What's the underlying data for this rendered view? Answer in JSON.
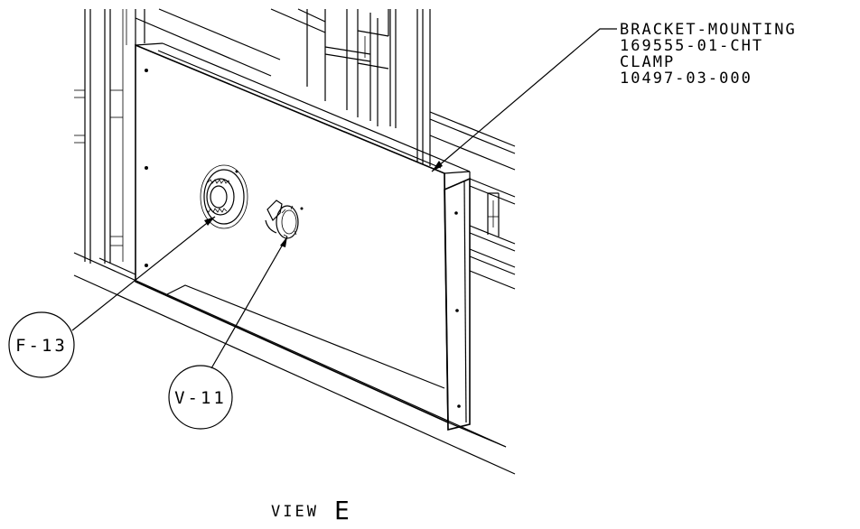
{
  "annotation": {
    "lines": [
      "BRACKET-MOUNTING",
      "169555-01-CHT",
      "CLAMP",
      "10497-03-000"
    ]
  },
  "callouts": {
    "fitting": "F-13",
    "valve": "V-11"
  },
  "view_label": {
    "prefix": "VIEW",
    "letter": "E"
  },
  "colors": {
    "ink": "#000000",
    "paper": "#ffffff"
  }
}
